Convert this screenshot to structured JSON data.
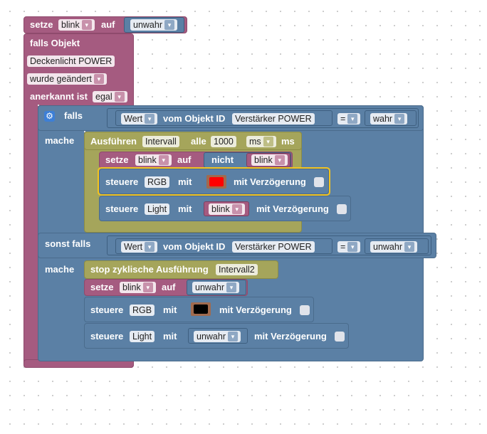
{
  "colors": {
    "variable": "#a55b80",
    "logic": "#5b80a5",
    "timer": "#a5a55b",
    "highlight": "#f2c320"
  },
  "trigger": {
    "setze": "setze",
    "var": "blink",
    "auf": "auf",
    "value": "unwahr",
    "falls_objekt": "falls Objekt",
    "object": "Deckenlicht POWER",
    "condition": "wurde geändert",
    "anerkannt_label": "anerkannt ist",
    "anerkannt_value": "egal"
  },
  "if1": {
    "falls": "falls",
    "wert": "Wert",
    "vom_objekt": "vom Objekt ID",
    "object": "Verstärker POWER",
    "op": "=",
    "value": "wahr",
    "mache": "mache"
  },
  "interval": {
    "ausfuehren": "Ausführen",
    "name": "Intervall",
    "alle": "alle",
    "time": "1000",
    "unit": "ms",
    "unit2": "ms"
  },
  "toggle": {
    "setze": "setze",
    "var": "blink",
    "auf": "auf",
    "nicht": "nicht",
    "var2": "blink"
  },
  "steuere_rgb1": {
    "steuere": "steuere",
    "target": "RGB",
    "mit": "mit",
    "color": "#ff0000",
    "delay": "mit Verzögerung"
  },
  "steuere_light1": {
    "steuere": "steuere",
    "target": "Light",
    "mit": "mit",
    "value": "blink",
    "delay": "mit Verzögerung"
  },
  "elseif": {
    "label": "sonst falls",
    "wert": "Wert",
    "vom_objekt": "vom Objekt ID",
    "object": "Verstärker POWER",
    "op": "=",
    "value": "unwahr",
    "mache": "mache"
  },
  "stop": {
    "label": "stop zyklische Ausführung",
    "name": "Intervall2"
  },
  "set_false": {
    "setze": "setze",
    "var": "blink",
    "auf": "auf",
    "value": "unwahr"
  },
  "steuere_rgb2": {
    "steuere": "steuere",
    "target": "RGB",
    "mit": "mit",
    "color": "#000000",
    "delay": "mit Verzögerung"
  },
  "steuere_light2": {
    "steuere": "steuere",
    "target": "Light",
    "mit": "mit",
    "value": "unwahr",
    "delay": "mit Verzögerung"
  },
  "icons": {
    "dropdown": "▾",
    "settings": "⚙"
  }
}
